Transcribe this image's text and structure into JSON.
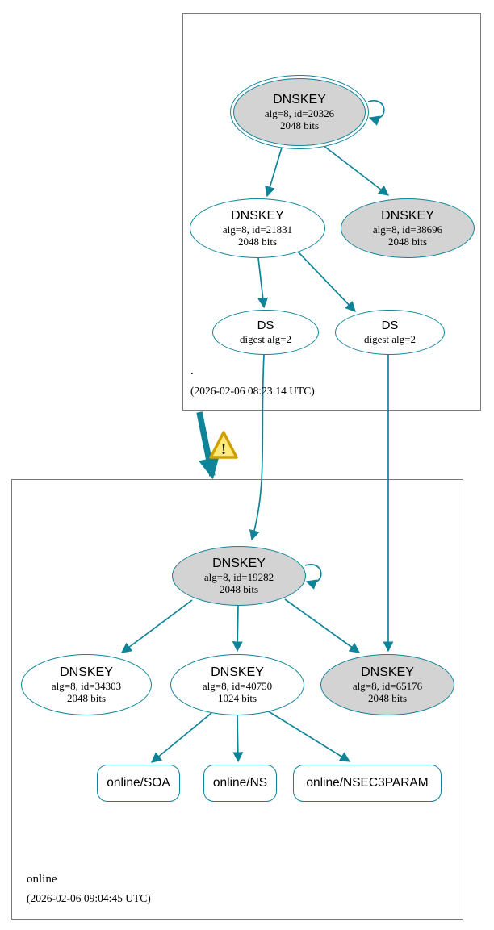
{
  "diagram": {
    "kind": "dnssec-authentication-chain-graph",
    "colors": {
      "edge_teal": "#0f8499",
      "node_fill_gray": "#d3d3d3",
      "node_fill_white": "#ffffff",
      "cluster_border": "#7b7b7b",
      "warning_fill": "#ffe97a",
      "warning_border": "#d19e00",
      "text": "#000000"
    },
    "icons": {
      "warning_glyph": "!"
    }
  },
  "root_cluster": {
    "label": ".",
    "timestamp": "(2026-02-06 08:23:14 UTC)",
    "nodes": {
      "ksk20326": {
        "title": "DNSKEY",
        "detail1": "alg=8, id=20326",
        "detail2": "2048 bits"
      },
      "zsk21831": {
        "title": "DNSKEY",
        "detail1": "alg=8, id=21831",
        "detail2": "2048 bits"
      },
      "key38696": {
        "title": "DNSKEY",
        "detail1": "alg=8, id=38696",
        "detail2": "2048 bits"
      },
      "ds1": {
        "title": "DS",
        "detail1": "digest alg=2"
      },
      "ds2": {
        "title": "DS",
        "detail1": "digest alg=2"
      }
    }
  },
  "online_cluster": {
    "label": "online",
    "timestamp": "(2026-02-06 09:04:45 UTC)",
    "nodes": {
      "ksk19282": {
        "title": "DNSKEY",
        "detail1": "alg=8, id=19282",
        "detail2": "2048 bits"
      },
      "key34303": {
        "title": "DNSKEY",
        "detail1": "alg=8, id=34303",
        "detail2": "2048 bits"
      },
      "zsk40750": {
        "title": "DNSKEY",
        "detail1": "alg=8, id=40750",
        "detail2": "1024 bits"
      },
      "key65176": {
        "title": "DNSKEY",
        "detail1": "alg=8, id=65176",
        "detail2": "2048 bits"
      },
      "rrset_soa": {
        "label": "online/SOA"
      },
      "rrset_ns": {
        "label": "online/NS"
      },
      "rrset_nsec3param": {
        "label": "online/NSEC3PARAM"
      }
    }
  },
  "edges": [
    {
      "from": "dnskey-20326",
      "to": "dnskey-20326",
      "type": "self-signature"
    },
    {
      "from": "dnskey-20326",
      "to": "dnskey-21831",
      "type": "signature"
    },
    {
      "from": "dnskey-20326",
      "to": "dnskey-38696",
      "type": "signature"
    },
    {
      "from": "dnskey-21831",
      "to": "ds-digest2-left",
      "type": "signature"
    },
    {
      "from": "dnskey-21831",
      "to": "ds-digest2-right",
      "type": "signature"
    },
    {
      "from": "ds-digest2-left",
      "to": "dnskey-19282",
      "type": "delegation"
    },
    {
      "from": "ds-digest2-right",
      "to": "dnskey-65176",
      "type": "delegation"
    },
    {
      "from": "dnskey-19282",
      "to": "dnskey-19282",
      "type": "self-signature"
    },
    {
      "from": "dnskey-19282",
      "to": "dnskey-34303",
      "type": "signature"
    },
    {
      "from": "dnskey-19282",
      "to": "dnskey-40750",
      "type": "signature"
    },
    {
      "from": "dnskey-19282",
      "to": "dnskey-65176",
      "type": "signature"
    },
    {
      "from": "dnskey-40750",
      "to": "online/SOA",
      "type": "signature"
    },
    {
      "from": "dnskey-40750",
      "to": "online/NS",
      "type": "signature"
    },
    {
      "from": "dnskey-40750",
      "to": "online/NSEC3PARAM",
      "type": "signature"
    },
    {
      "from": "zone-root",
      "to": "zone-online",
      "type": "delegation-with-warning"
    }
  ]
}
